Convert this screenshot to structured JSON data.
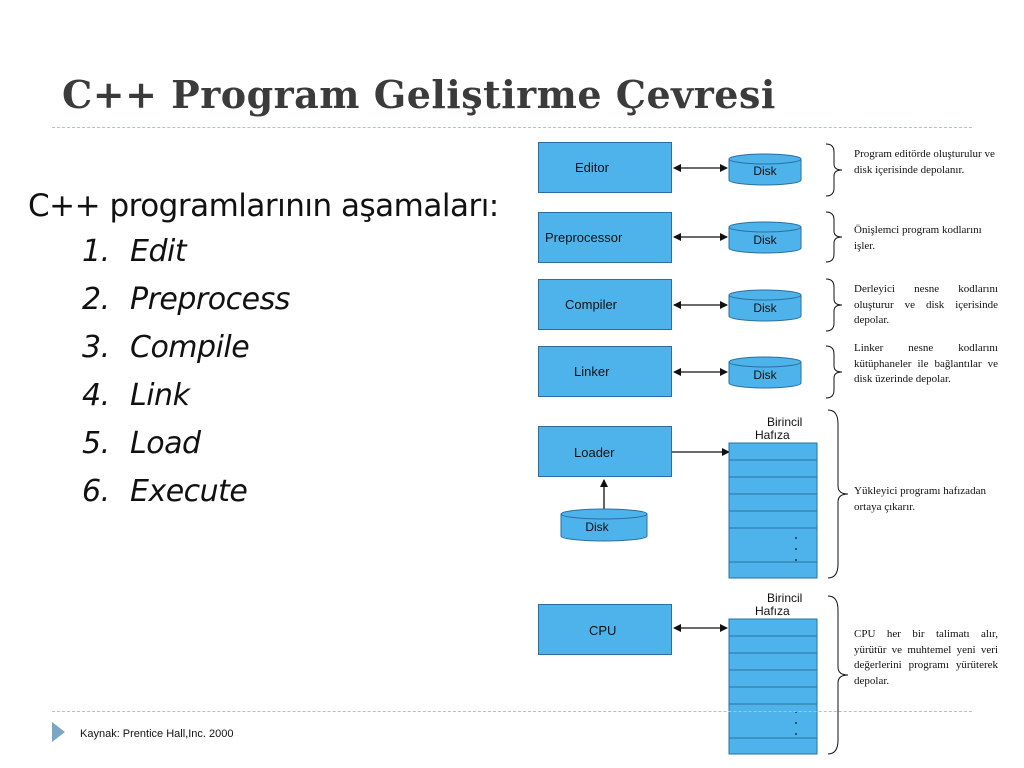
{
  "slide": {
    "title": "C++ Program Geliştirme Çevresi",
    "subtitle": "C++ programlarının aşamaları:",
    "steps": [
      {
        "num": "1.",
        "label": "Edit"
      },
      {
        "num": "2.",
        "label": "Preprocess"
      },
      {
        "num": "3.",
        "label": "Compile"
      },
      {
        "num": "4.",
        "label": "Link"
      },
      {
        "num": "5.",
        "label": "Load"
      },
      {
        "num": "6.",
        "label": "Execute"
      }
    ],
    "source": "Kaynak: Prentice Hall,Inc. 2000"
  },
  "diagram": {
    "phases": [
      {
        "name": "Editor",
        "disk": "Disk",
        "description": "Program editörde oluşturulur ve disk içerisinde depolanır."
      },
      {
        "name": "Preprocessor",
        "disk": "Disk",
        "description": "Önişlemci program kodlarını işler."
      },
      {
        "name": "Compiler",
        "disk": "Disk",
        "description": "Derleyici nesne kodlarını oluşturur ve disk içerisinde depolar."
      },
      {
        "name": "Linker",
        "disk": "Disk",
        "description": "Linker nesne kodlarını kütüphaneler ile bağlantılar ve disk üzerinde depolar."
      }
    ],
    "loader": {
      "name": "Loader",
      "disk": "Disk",
      "memory_label_line1": "Birincil",
      "memory_label_line2": "Hafıza",
      "description": "Yükleyici programı hafızadan ortaya çıkarır."
    },
    "cpu": {
      "name": "CPU",
      "memory_label_line1": "Birincil",
      "memory_label_line2": "Hafıza",
      "description": "CPU her bir talimatı alır, yürütür ve muhtemel yeni veri değerlerini programı yürüterek depolar."
    },
    "colors": {
      "box_fill": "#4eb3ea",
      "box_border": "#2a6fa0",
      "title_color": "#3b3b3b",
      "rule_color": "#a9c3d6"
    }
  }
}
